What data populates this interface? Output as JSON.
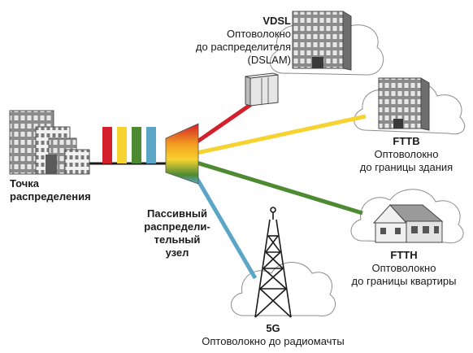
{
  "source": {
    "title": "Точка",
    "title2": "распределения"
  },
  "splitter": {
    "line1": "Пассивный",
    "line2": "распредели-",
    "line3": "тельный",
    "line4": "узел"
  },
  "vdsl": {
    "name": "VDSL",
    "line1": "Оптоволокно",
    "line2": "до распределителя",
    "line3": "(DSLAM)"
  },
  "fttb": {
    "name": "FTTB",
    "line1": "Оптоволокно",
    "line2": "до границы здания"
  },
  "ftth": {
    "name": "FTTH",
    "line1": "Оптоволокно",
    "line2": "до границы квартиры"
  },
  "g5": {
    "name": "5G",
    "line1": "Оптоволокно до радиомачты"
  },
  "colors": {
    "red": "#d3202a",
    "yellow": "#f7d331",
    "green": "#4e8a32",
    "blue": "#5ba6c6"
  }
}
